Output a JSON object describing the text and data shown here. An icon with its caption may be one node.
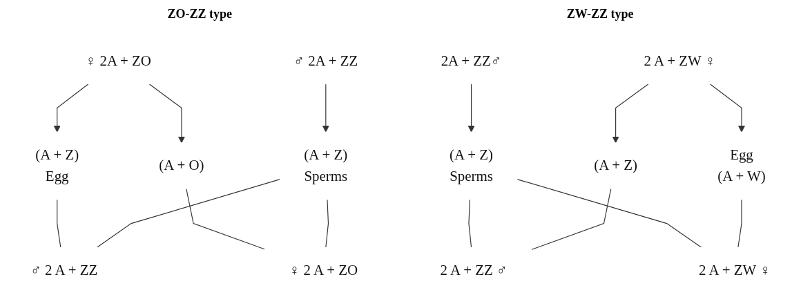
{
  "diagram": {
    "nodes": [
      {
        "text": [
          "♀ 2A + ZO"
        ]
      },
      {
        "text": [
          "(A + Z)",
          "Egg"
        ]
      },
      {
        "text": [
          "(A + O)"
        ]
      },
      {
        "text": [
          "♂ 2A + ZZ"
        ]
      },
      {
        "text": [
          "(A + Z)",
          "Sperms"
        ]
      },
      {
        "text": [
          "♂ 2 A + ZZ"
        ]
      },
      {
        "text": [
          "♀ 2 A + ZO"
        ]
      },
      {
        "text": [
          "2A + ZZ♂"
        ]
      },
      {
        "text": [
          "(A + Z)",
          "Sperms"
        ]
      },
      {
        "text": [
          "2 A + ZW ♀"
        ]
      },
      {
        "text": [
          "(A + Z)"
        ]
      },
      {
        "text": [
          "Egg",
          "(A + W)"
        ]
      },
      {
        "text": [
          "2 A + ZZ ♂"
        ]
      },
      {
        "text": [
          "2 A + ZW ♀"
        ]
      }
    ],
    "edges": [
      {
        "from": 0,
        "to": 1,
        "arrow": "to"
      },
      {
        "from": 0,
        "to": 2,
        "arrow": "to"
      },
      {
        "from": 3,
        "to": 4,
        "arrow": "to"
      },
      {
        "from": 1,
        "to": 5,
        "arrow": "none"
      },
      {
        "from": 4,
        "to": 5,
        "arrow": "none"
      },
      {
        "from": 2,
        "to": 6,
        "arrow": "none"
      },
      {
        "from": 4,
        "to": 6,
        "arrow": "none"
      },
      {
        "from": 7,
        "to": 8,
        "arrow": "to"
      },
      {
        "from": 9,
        "to": 10,
        "arrow": "to"
      },
      {
        "from": 9,
        "to": 11,
        "arrow": "to"
      },
      {
        "from": 8,
        "to": 12,
        "arrow": "none"
      },
      {
        "from": 10,
        "to": 12,
        "arrow": "none"
      },
      {
        "from": 8,
        "to": 13,
        "arrow": "none"
      },
      {
        "from": 11,
        "to": 13,
        "arrow": "none"
      }
    ],
    "labels": [
      "ZO-ZZ type",
      "ZW-ZZ type"
    ]
  }
}
